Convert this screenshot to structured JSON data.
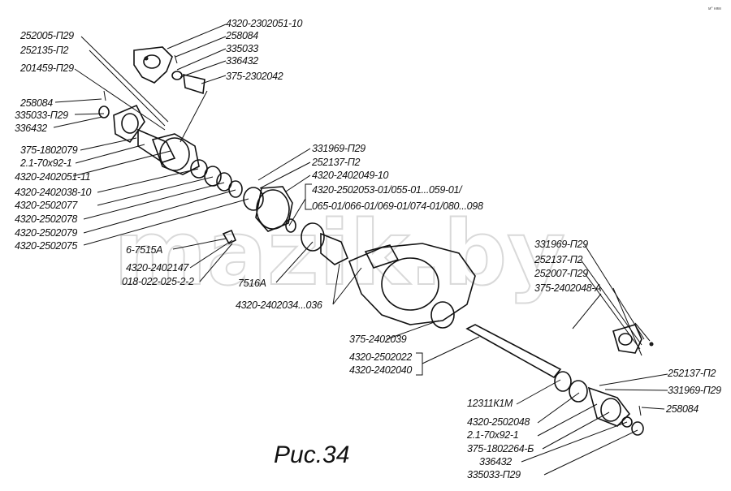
{
  "watermark": "mazik.by",
  "corner_mark": "м° ням",
  "caption": "Рис.34",
  "labels": {
    "l01": "4320-2302051-10",
    "l02": "258084",
    "l03": "335033",
    "l04": "336432",
    "l05": "375-2302042",
    "l06": "252005-П29",
    "l07": "252135-П2",
    "l08": "201459-П29",
    "l09": "258084",
    "l10": "335033-П29",
    "l11": "336432",
    "l12": "375-1802079",
    "l13": "2.1-70х92-1",
    "l14": "4320-2402051-11",
    "l15": "4320-2402038-10",
    "l16": "4320-2502077",
    "l17": "4320-2502078",
    "l18": "4320-2502079",
    "l19": "4320-2502075",
    "l20": "331969-П29",
    "l21": "252137-П2",
    "l22": "4320-2402049-10",
    "l23": "4320-2502053-01/055-01...059-01/",
    "l24": "065-01/066-01/069-01/074-01/080...098",
    "l25": "6-7515А",
    "l26": "4320-2402147",
    "l27": "018-022-025-2-2",
    "l28": "7516А",
    "l29": "4320-2402034...036",
    "l30": "331969-П29",
    "l31": "252137-П2",
    "l32": "252007-П29",
    "l33": "375-2402048-А",
    "l34": "375-2402039",
    "l35": "4320-2502022",
    "l36": "4320-2402040",
    "l37": "252137-П2",
    "l38": "331969-П29",
    "l39": "258084",
    "l40": "12311К1М",
    "l41": "4320-2502048",
    "l42": "2.1-70х92-1",
    "l43": "375-1802264-Б",
    "l44": "336432",
    "l45": "335033-П29"
  }
}
